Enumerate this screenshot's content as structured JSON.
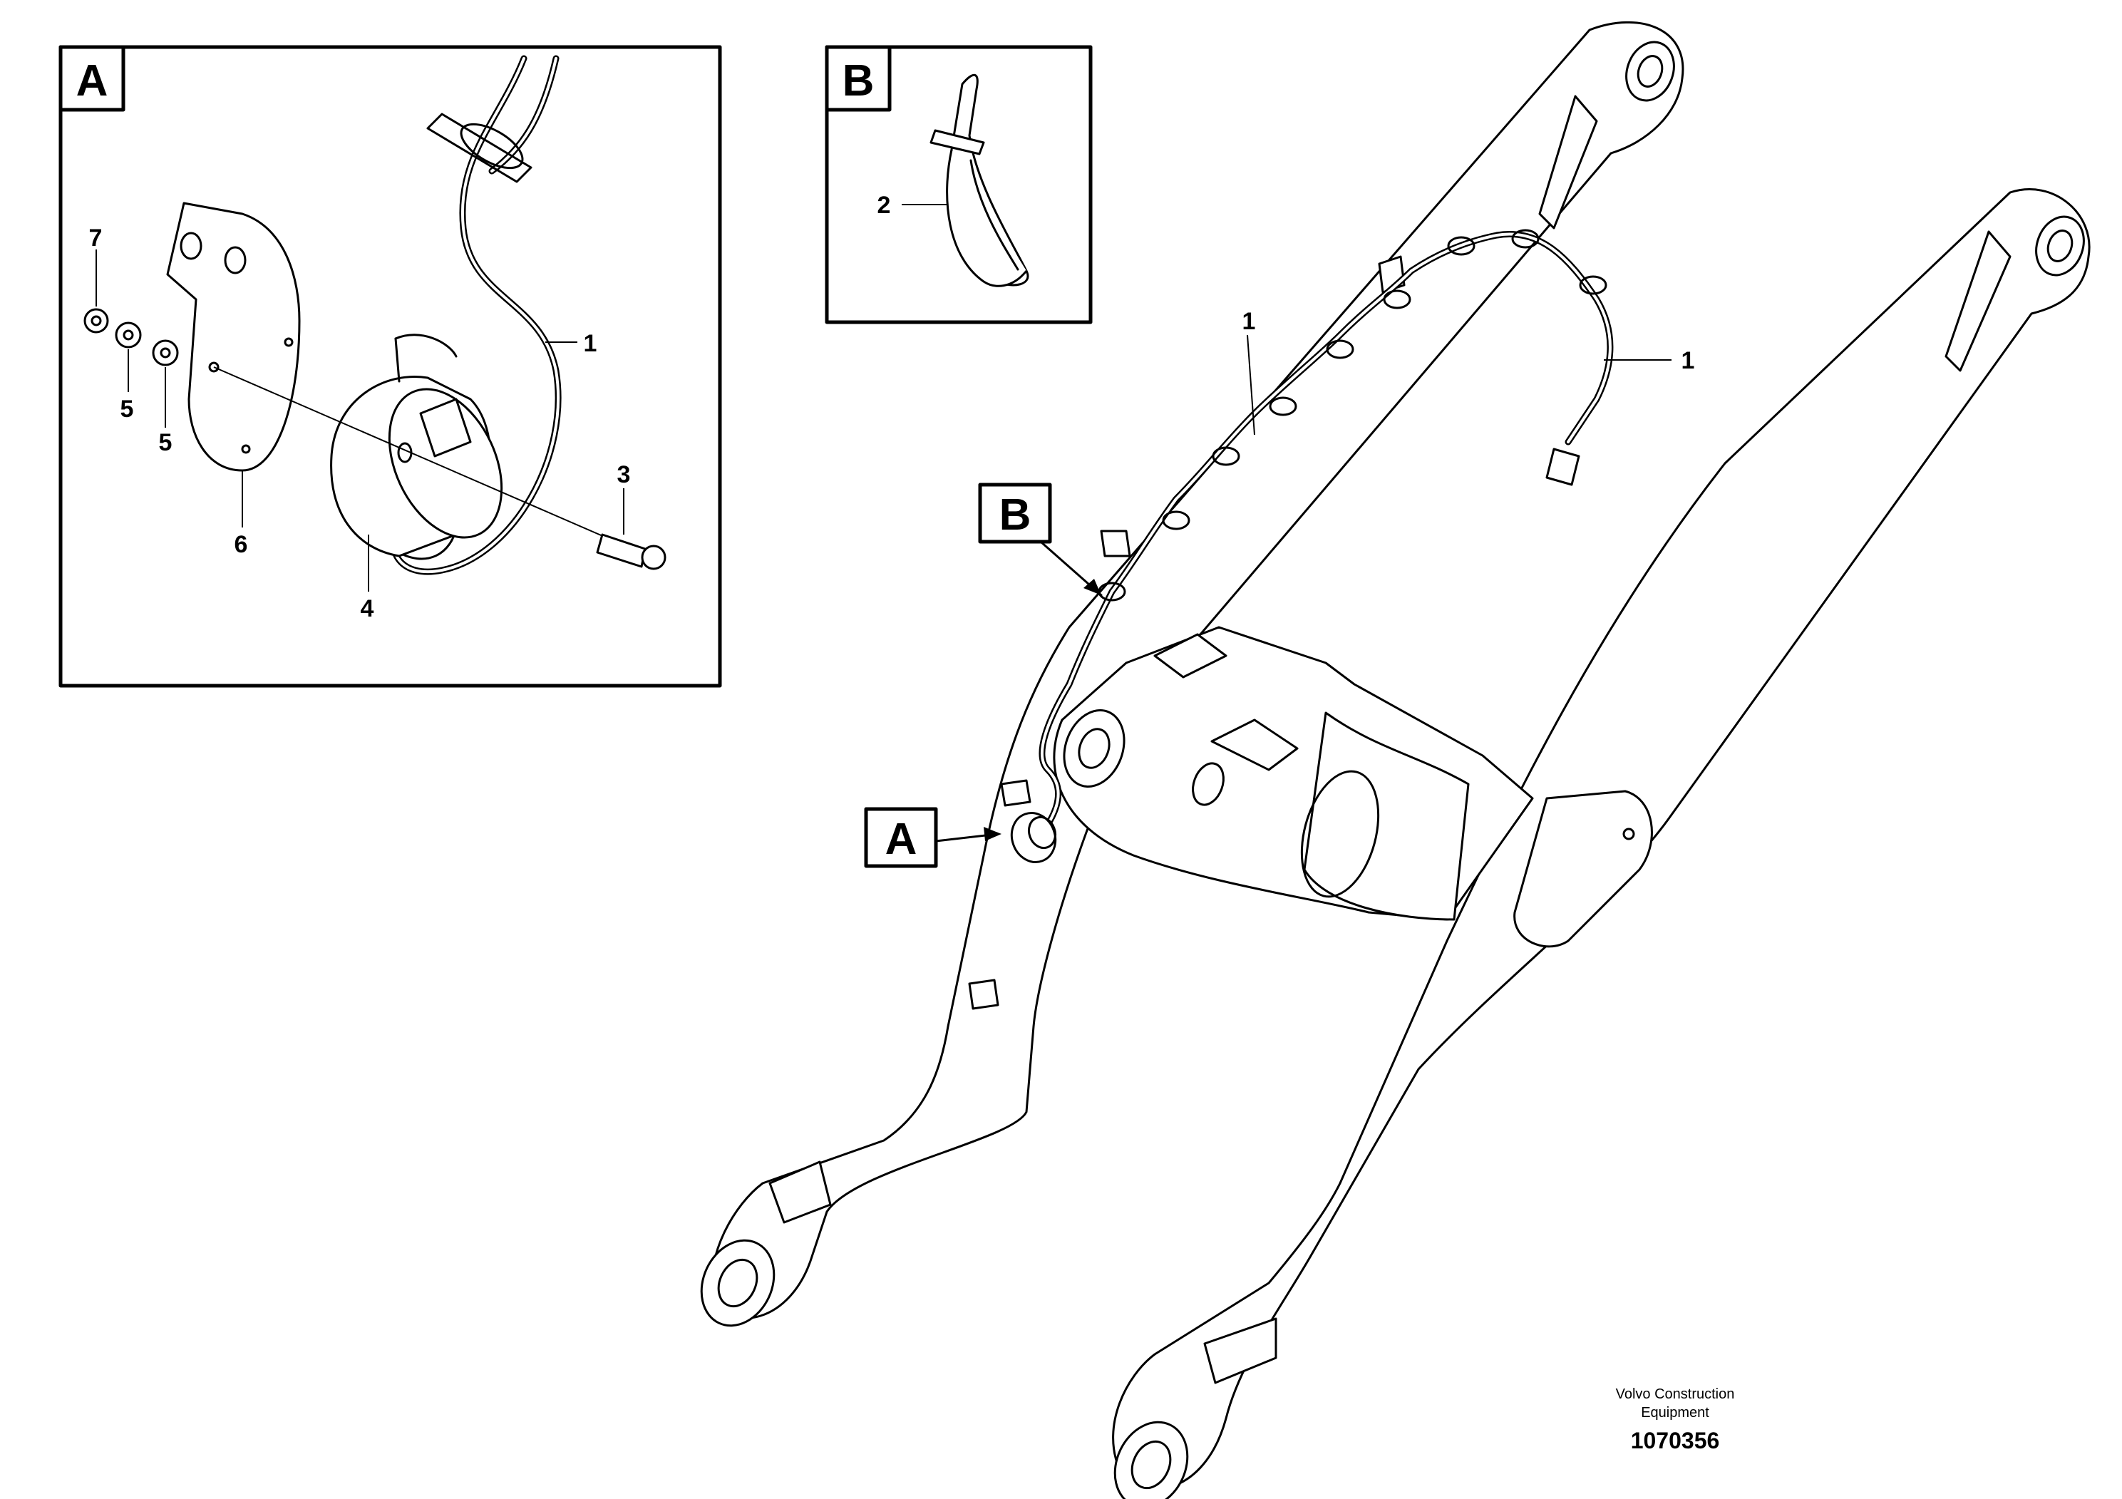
{
  "detail_a": {
    "letter": "A"
  },
  "detail_b": {
    "letter": "B"
  },
  "callouts": {
    "a": "A",
    "b": "B"
  },
  "part_labels": {
    "a_cable": "1",
    "a_screw": "3",
    "a_sensor": "4",
    "a_washer_1": "5",
    "a_washer_2": "5",
    "a_bracket": "6",
    "a_nut": "7",
    "b_tie": "2",
    "main_harness_1": "1",
    "main_harness_2": "1"
  },
  "footer": {
    "brand_line1": "Volvo Construction",
    "brand_line2": "Equipment",
    "drawing_number": "1070356"
  }
}
